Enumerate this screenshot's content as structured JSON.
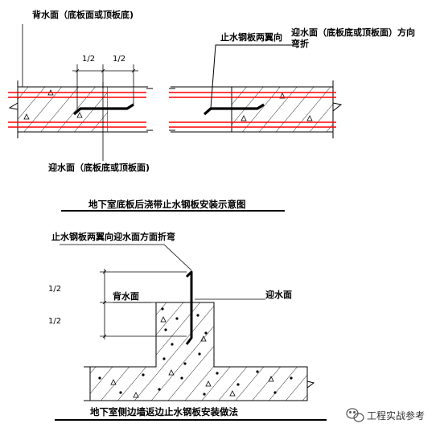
{
  "colors": {
    "line": "#000000",
    "rebar": "#ff0000",
    "background": "#ffffff"
  },
  "top_diagram": {
    "label_back_face": "背水面（底板面或顶板底)",
    "label_plate_note": "止水钢板两翼向",
    "label_front_face_right": "迎水面（底板底或顶板面）方向",
    "label_bend": "弯折",
    "dim_left": "1/2",
    "dim_right": "1/2",
    "label_front_face_bottom": "迎水面（底板底或顶板面)",
    "title": "地下室底板后浇带止水钢板安装示意图"
  },
  "bottom_diagram": {
    "label_plate_note": "止水钢板两翼向迎水面方面折弯",
    "dim_top": "1/2",
    "dim_bottom": "1/2",
    "label_back_face": "背水面",
    "label_front_face": "迎水面",
    "title": "地下室侧边墙返边止水钢板安装做法"
  },
  "watermark": {
    "icon": "wechat-icon",
    "text": "工程实战参考"
  }
}
